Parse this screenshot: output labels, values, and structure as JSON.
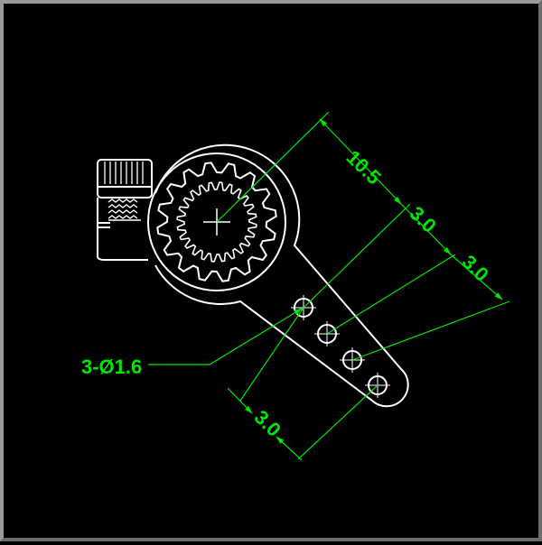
{
  "drawing": {
    "dimensions": {
      "d1": "10.5",
      "d2": "3.0",
      "d3": "3.0",
      "d4": "3.0",
      "hole_callout": "3-Ø1.6"
    },
    "colors": {
      "background": "#000000",
      "part_lines": "#ffffff",
      "dimension_lines": "#00e600",
      "frame": "#9a9a9a"
    }
  }
}
